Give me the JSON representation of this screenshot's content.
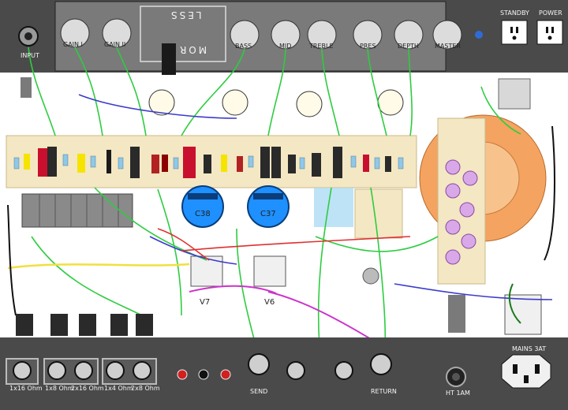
{
  "front_panel": {
    "input": "INPUT",
    "pots": [
      "GAIN I",
      "GAIN II",
      "BASS",
      "MID",
      "TREBLE",
      "PRES",
      "DEPTH",
      "MASTER"
    ],
    "channel_label": "LESS",
    "channel_label2": "MOR",
    "standby": "STANDBY",
    "power": "POWER"
  },
  "board": {
    "caps": [
      "C38",
      "C37"
    ],
    "tubes": [
      "V7",
      "V6"
    ]
  },
  "rear_panel": {
    "speaker_outs": [
      "1x16 Ohm",
      "1x8 Ohm",
      "2x16 Ohm",
      "1x4 Ohm",
      "2x8 Ohm"
    ],
    "send": "SEND",
    "return": "RETURN",
    "ht_fuse": "HT 1AM",
    "mains_fuse": "MAINS 3AT"
  },
  "colors": {
    "chassis": "#4a4a4a",
    "board": "#f4e7c3",
    "wire_green": "#2ecc40",
    "transformer": "#f4a460"
  }
}
